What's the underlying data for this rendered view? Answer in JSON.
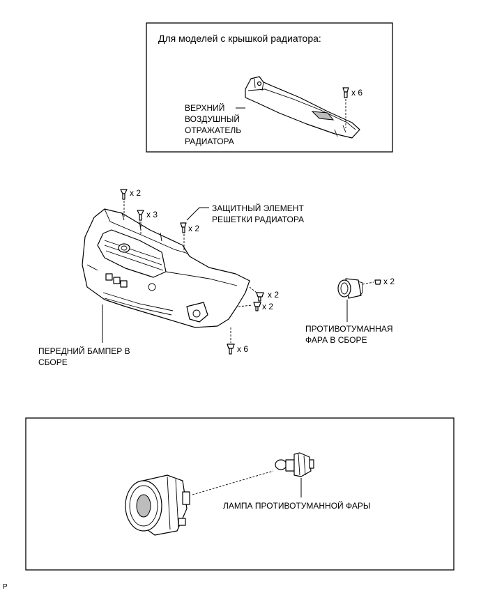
{
  "box_top": {
    "heading": "Для моделей с крышкой радиатора:",
    "deflector_label": [
      "ВЕРХНИЙ",
      "ВОЗДУШНЫЙ",
      "ОТРАЖАТЕЛЬ",
      "РАДИАТОРА"
    ],
    "qty": "x 6"
  },
  "middle": {
    "qty_top": "x 2",
    "qty_clip3": "x 3",
    "qty_grille": "x 2",
    "grille_guard_label": [
      "ЗАЩИТНЫЙ ЭЛЕМЕНТ",
      "РЕШЕТКИ РАДИАТОРА"
    ],
    "qty_side_1": "x 2",
    "qty_side_2": "x 2",
    "qty_bottom": "x 6",
    "bumper_label": [
      "ПЕРЕДНИЙ БАМПЕР В",
      "СБОРЕ"
    ],
    "qty_foglamp": "x 2",
    "foglamp_label": [
      "ПРОТИВОТУМАННАЯ",
      "ФАРА В СБОРЕ"
    ]
  },
  "box_bottom": {
    "bulb_label": "ЛАМПА ПРОТИВОТУМАННОЙ ФАРЫ"
  },
  "corner_mark": "P"
}
